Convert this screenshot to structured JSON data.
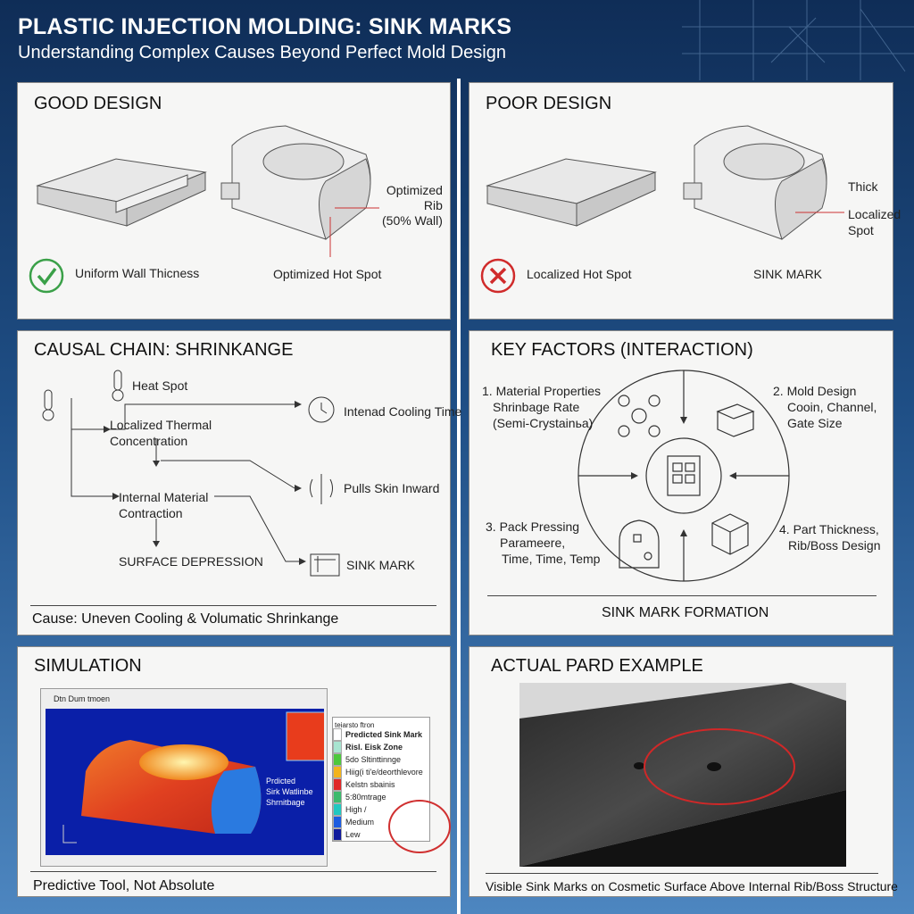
{
  "header": {
    "title": "PLASTIC INJECTION MOLDING: SINK MARKS",
    "subtitle": "Understanding Complex Causes Beyond Perfect Mold Design"
  },
  "good_design": {
    "title": "GOOD DESIGN",
    "callout": "Optimized\nRib\n(50% Wall)",
    "callout_lines": [
      "Optimized",
      "Rib",
      "(50% Wall)"
    ],
    "check_label": "Uniform Wall Thicness",
    "hotspot_label": "Optimized Hot Spot",
    "status_color": "#3aa048"
  },
  "poor_design": {
    "title": "POOR DESIGN",
    "callout_lines": [
      "Thick",
      "Localized",
      "Spot"
    ],
    "x_label": "Localized Hot Spot",
    "sink_label": "SINK MARK",
    "status_color": "#d02b2b"
  },
  "causal_chain": {
    "title": "CAUSAL CHAIN: SHRINKANGE",
    "heat_spot": "Heat Spot",
    "localized": [
      "Localized Thermal",
      "Concentration"
    ],
    "cooling": "Intenad Cooling Time",
    "internal": [
      "Internal Material",
      "Contraction"
    ],
    "pulls": "Pulls Skin Inward",
    "surface": "SURFACE DEPRESSION",
    "sink": "SINK MARK",
    "cause": "Cause: Uneven Cooling & Volumatic Shrinkange"
  },
  "key_factors": {
    "title": "KEY FACTORS (INTERACTION)",
    "f1": [
      "1. Material Properties",
      "Shrinbage Rate",
      "(Semi-Crystainьa)"
    ],
    "f2": [
      "2. Mold Design",
      "Cooin, Channel,",
      "Gate Size"
    ],
    "f3": [
      "3. Pack Pressing",
      "Paramеere,",
      "Time, Time, Temp"
    ],
    "f4": [
      "4. Part Thickness,",
      "Rib/Boss Design"
    ],
    "footer": "SINK MARK FORMATION"
  },
  "simulation": {
    "title": "SIMULATION",
    "window_title": "Dtn Dum tmoen",
    "overlay": [
      "Prdicted",
      "Sirk Watlinbe",
      "Shrnitbage"
    ],
    "legend_title": "teiarsto ftron",
    "legend": [
      {
        "label": "Predicted Sink Mark",
        "color": "#ffffff"
      },
      {
        "label": "Risl. Eisk Zone",
        "color": "#a8e4d0"
      },
      {
        "label": "5do Sltinttinnge",
        "color": "#4cc83c"
      },
      {
        "label": "Hiig(i ti'e/deorthlevore",
        "color": "#f2b41c"
      },
      {
        "label": "Kelstn sbainis",
        "color": "#e02828"
      },
      {
        "label": "5:80mtrage",
        "color": "#3cba6c"
      },
      {
        "label": "High /",
        "color": "#20c8c0"
      },
      {
        "label": "Medium",
        "color": "#1c5ce0"
      },
      {
        "label": "Lew",
        "color": "#101a9c"
      }
    ],
    "footer": "Predictive Tool, Not Absolute"
  },
  "actual": {
    "title": "ACTUAL PARD EXAMPLE",
    "footer": "Visible Sink Marks on Cosmetic Surface Above Internal Rib/Boss Structure"
  }
}
